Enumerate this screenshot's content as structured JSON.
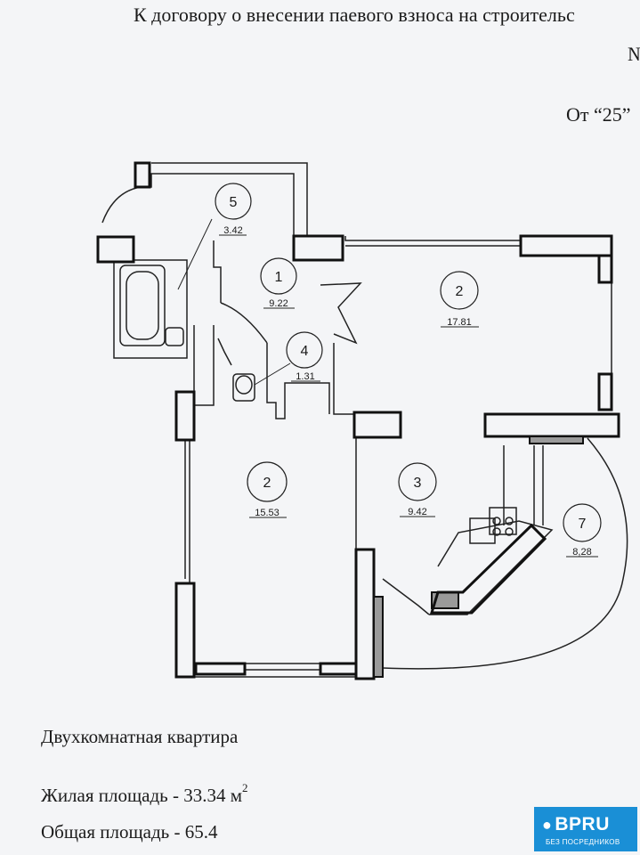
{
  "header": {
    "heading": "К договору о внесении паевого взноса на строительс",
    "number_mark": "№",
    "date_line": "От “25”"
  },
  "rooms": [
    {
      "number": "5",
      "area": "3.42"
    },
    {
      "number": "1",
      "area": "9.22"
    },
    {
      "number": "2",
      "area": "17.81"
    },
    {
      "number": "4",
      "area": "1.31"
    },
    {
      "number": "2",
      "area": "15.53"
    },
    {
      "number": "3",
      "area": "9.42"
    },
    {
      "number": "7",
      "area": "8,28"
    }
  ],
  "footer": {
    "apartment_type": "Двухкомнатная  квартира",
    "living_area": "Жилая площадь - 33.34  м",
    "living_area_unit_sup": "2",
    "total_area": "Общая площадь - 65.4"
  },
  "watermark": {
    "logo_text": "BPRU",
    "tagline": "БЕЗ ПОСРЕДНИКОВ",
    "color": "#1a8fd6"
  }
}
